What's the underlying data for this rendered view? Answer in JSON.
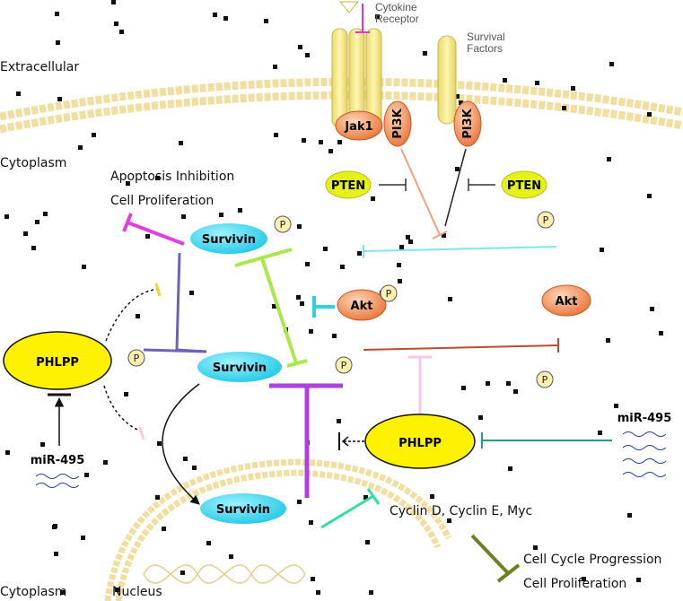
{
  "regions": {
    "extracellular": "Extracellular",
    "cytoplasm_top": "Cytoplasm",
    "cytoplasm_bottom": "Cytoplasm",
    "nucleus": "Nucleus"
  },
  "receptors": {
    "cytokine": "Cytokine\nReceptor",
    "survival": "Survival\nFactors"
  },
  "molecules": {
    "jak1": "Jak1",
    "pi3k_left": "PI3K",
    "pi3k_right": "PI3K",
    "pten_left": "PTEN",
    "pten_right": "PTEN",
    "survivin_top": "Survivin",
    "survivin_mid": "Survivin",
    "survivin_nucleus": "Survivin",
    "akt_mid": "Akt",
    "akt_right": "Akt",
    "phlpp_left": "PHLPP",
    "phlpp_center": "PHLPP",
    "mir495_left": "miR-495",
    "mir495_right": "miR-495",
    "phospho": "P"
  },
  "outcomes": {
    "apoptosis_1": "Apoptosis Inhibition",
    "apoptosis_2": "Cell Proliferation",
    "cyclins": "Cyclin D, Cyclin E, Myc",
    "cycle_1": "Cell Cycle Progression",
    "cycle_2": "Cell Proliferation"
  },
  "colors": {
    "membrane": "#f0dfa0",
    "receptor": "#f5e88c",
    "kinase": "#f08c4a",
    "survivin": "#3fd8ee",
    "phlpp": "#fff200",
    "pten": "#e6f01a",
    "phospho": "#fdf0b0"
  }
}
